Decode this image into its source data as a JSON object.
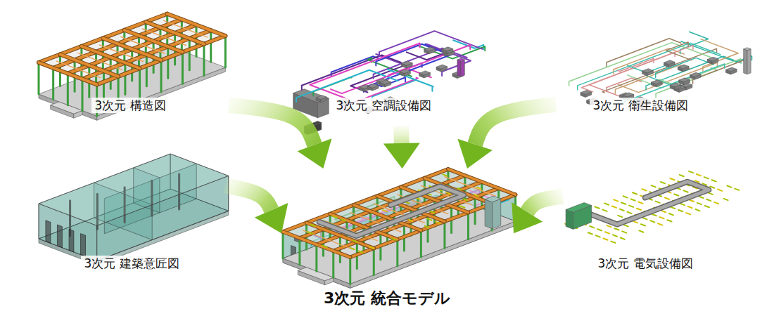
{
  "diagram": {
    "nodes": [
      {
        "text": [
          "3次元 構造図"
        ]
      },
      {
        "text": [
          "3次元 空調設備図"
        ]
      },
      {
        "text": [
          "3次元 衛生設備図"
        ]
      },
      {
        "text": [
          "3次元 建築意匠図"
        ]
      },
      {
        "text": [
          "3次元 統合モデル"
        ]
      },
      {
        "text": [
          "3次元 電気設備図"
        ]
      }
    ],
    "edges": [
      {
        "from": 0,
        "to": 4,
        "arrow": "to"
      },
      {
        "from": 1,
        "to": 4,
        "arrow": "to"
      },
      {
        "from": 2,
        "to": 4,
        "arrow": "to"
      },
      {
        "from": 3,
        "to": 4,
        "arrow": "to"
      },
      {
        "from": 5,
        "to": 4,
        "arrow": "to"
      }
    ]
  }
}
